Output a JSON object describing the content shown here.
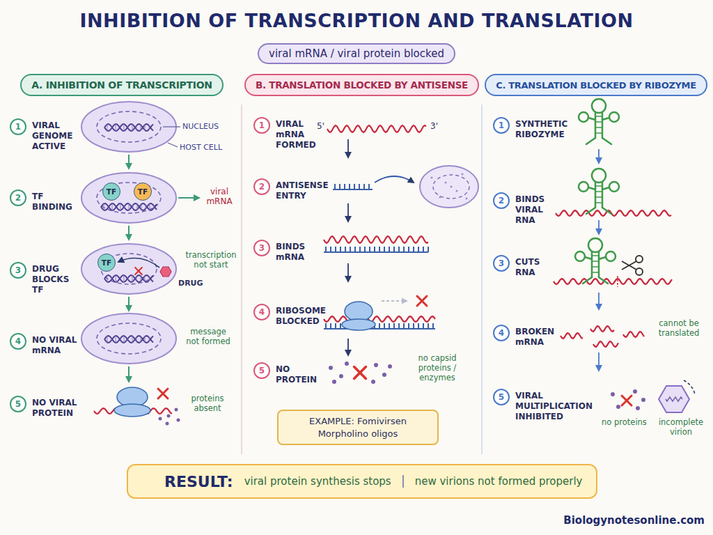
{
  "diagram": {
    "title": "INHIBITION OF TRANSCRIPTION AND TRANSLATION",
    "nodes": [
      {
        "text": [
          "viral mRNA / viral protein blocked"
        ]
      },
      {
        "text": [
          "A. INHIBITION OF TRANSCRIPTION"
        ]
      },
      {
        "text": [
          "B. TRANSLATION BLOCKED BY ANTISENSE"
        ]
      },
      {
        "text": [
          "C. TRANSLATION BLOCKED BY RIBOZYME"
        ]
      },
      {
        "text": [
          "1",
          "VIRAL GENOME ACTIVE"
        ]
      },
      {
        "text": [
          "2",
          "TF BINDING"
        ]
      },
      {
        "text": [
          "TF"
        ]
      },
      {
        "text": [
          "TF"
        ]
      },
      {
        "text": [
          "3",
          "DRUG BLOCKS TF"
        ]
      },
      {
        "text": [
          "TF"
        ]
      },
      {
        "text": [
          "4",
          "NO VIRAL mRNA"
        ]
      },
      {
        "text": [
          "5",
          "NO VIRAL PROTEIN"
        ]
      },
      {
        "text": [
          "1",
          "VIRAL mRNA FORMED"
        ]
      },
      {
        "text": [
          "2",
          "ANTISENSE ENTRY"
        ]
      },
      {
        "text": [
          "3",
          "BINDS mRNA"
        ]
      },
      {
        "text": [
          "4",
          "RIBOSOME BLOCKED"
        ]
      },
      {
        "text": [
          "5",
          "NO PROTEIN"
        ]
      },
      {
        "text": [
          "EXAMPLE: Fomivirsen",
          "Morpholino oligos"
        ]
      },
      {
        "text": [
          "1",
          "SYNTHETIC RIBOZYME"
        ]
      },
      {
        "text": [
          "2",
          "BINDS VIRAL RNA"
        ]
      },
      {
        "text": [
          "3",
          "CUTS RNA"
        ]
      },
      {
        "text": [
          "4",
          "BROKEN mRNA"
        ]
      },
      {
        "text": [
          "5",
          "VIRAL MULTIPLICATION INHIBITED"
        ]
      },
      {
        "text": [
          "RESULT:",
          "viral protein synthesis stops",
          "new virions not formed properly"
        ]
      }
    ],
    "labels": [
      "NUCLEUS",
      "HOST CELL",
      "viral mRNA",
      "transcription not start",
      "DRUG",
      "message not formed",
      "proteins absent",
      "5'",
      "3'",
      "no capsid proteins / enzymes",
      "cannot be translated",
      "no proteins",
      "incomplete virion",
      "Biologynotesonline.com"
    ]
  }
}
